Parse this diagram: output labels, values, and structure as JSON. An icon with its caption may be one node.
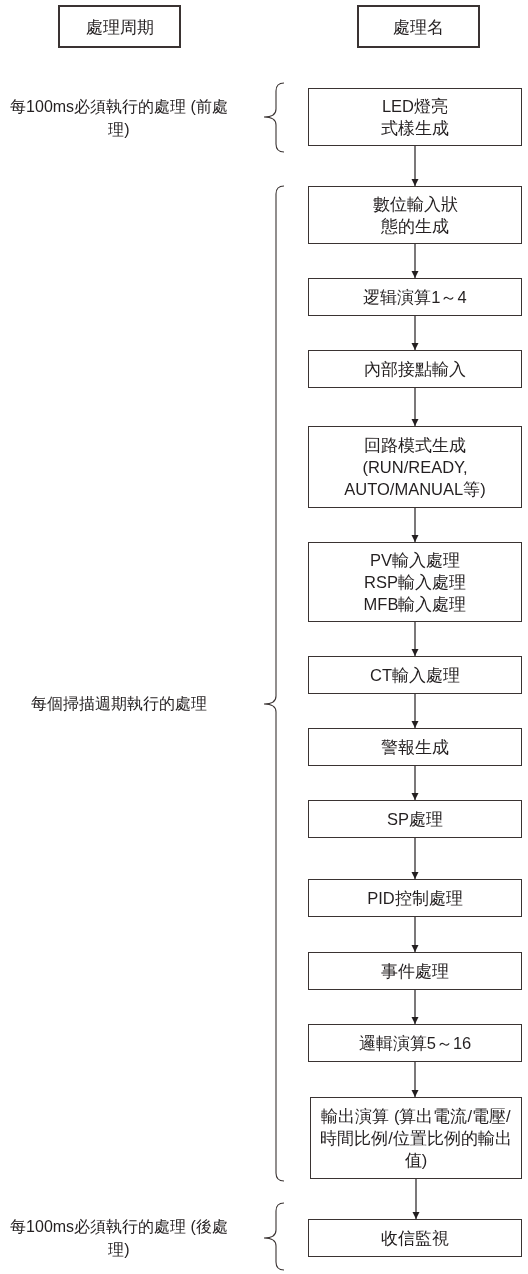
{
  "diagram": {
    "nodes": [
      {
        "text": [
          "處理周期"
        ]
      },
      {
        "text": [
          "處理名"
        ]
      },
      {
        "text": [
          "LED燈亮式樣生成"
        ]
      },
      {
        "text": [
          "數位輸入狀態的生成"
        ]
      },
      {
        "text": [
          "逻辑演算1～4"
        ]
      },
      {
        "text": [
          "內部接點輸入"
        ]
      },
      {
        "text": [
          "回路模式生成 (RUN/READY, AUTO/MANUAL等)"
        ]
      },
      {
        "text": [
          "PV輸入處理 RSP輸入處理 MFB輸入處理"
        ]
      },
      {
        "text": [
          "CT輸入處理"
        ]
      },
      {
        "text": [
          "警報生成"
        ]
      },
      {
        "text": [
          "SP處理"
        ]
      },
      {
        "text": [
          "PID控制處理"
        ]
      },
      {
        "text": [
          "事件處理"
        ]
      },
      {
        "text": [
          "邏輯演算5～16"
        ]
      },
      {
        "text": [
          "輸出演算 (算出電流/電壓/時間比例/位置比例的輸出值)"
        ]
      },
      {
        "text": [
          "收信監視"
        ]
      }
    ],
    "edges": [
      {
        "from": 2,
        "to": 3,
        "arrow": "to"
      },
      {
        "from": 3,
        "to": 4,
        "arrow": "to"
      },
      {
        "from": 4,
        "to": 5,
        "arrow": "to"
      },
      {
        "from": 5,
        "to": 6,
        "arrow": "to"
      },
      {
        "from": 6,
        "to": 7,
        "arrow": "to"
      },
      {
        "from": 7,
        "to": 8,
        "arrow": "to"
      },
      {
        "from": 8,
        "to": 9,
        "arrow": "to"
      },
      {
        "from": 9,
        "to": 10,
        "arrow": "to"
      },
      {
        "from": 10,
        "to": 11,
        "arrow": "to"
      },
      {
        "from": 11,
        "to": 12,
        "arrow": "to"
      },
      {
        "from": 12,
        "to": 13,
        "arrow": "to"
      },
      {
        "from": 13,
        "to": 14,
        "arrow": "to"
      },
      {
        "from": 14,
        "to": 15,
        "arrow": "to"
      }
    ],
    "labels": [
      "每100ms必須執行的處理 (前處理)",
      "每個掃描週期執行的處理",
      "每100ms必須執行的處理 (後處理)"
    ]
  }
}
